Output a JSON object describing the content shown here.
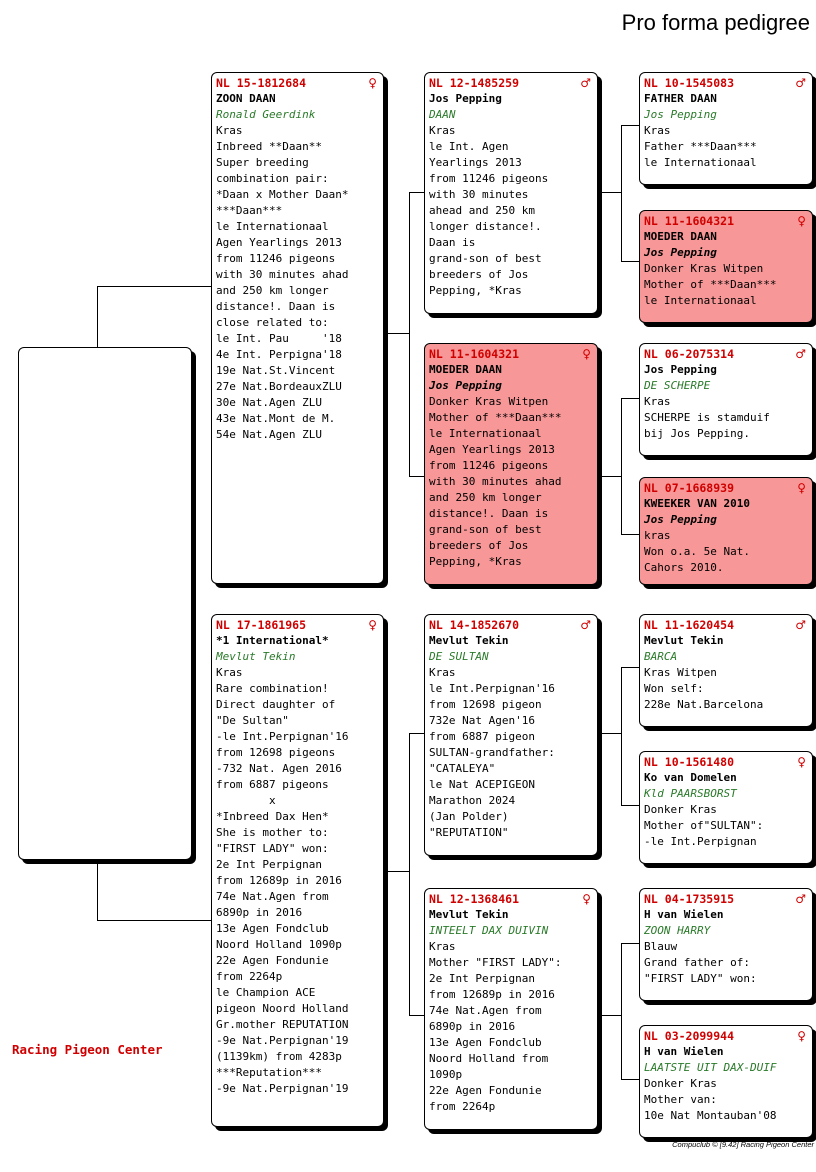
{
  "title": "Pro forma pedigree",
  "brand": "Racing Pigeon Center",
  "footer": "Compuclub © [9.42]  Racing Pigeon Center",
  "symbols": {
    "male": "♂",
    "female": "♀"
  },
  "cards": [
    {
      "id": "sire",
      "ring": "NL  15-1812684",
      "sex": "female",
      "name": "ZOON DAAN",
      "owner": "Ronald Geerdink",
      "lines": [
        "Kras",
        "Inbreed **Daan**",
        "Super breeding",
        "combination pair:",
        "*Daan x Mother Daan*",
        "***Daan***",
        "le Internationaal",
        "Agen Yearlings 2013",
        "from 11246 pigeons",
        "with 30 minutes ahad",
        "and 250 km longer",
        "distance!. Daan is",
        "close related to:",
        "le Int. Pau     '18",
        "4e Int. Perpigna'18",
        "19e Nat.St.Vincent",
        "27e Nat.BordeauxZLU",
        "30e Nat.Agen ZLU",
        "43e Nat.Mont de M.",
        "54e Nat.Agen ZLU"
      ]
    },
    {
      "id": "dam",
      "ring": "NL  17-1861965",
      "sex": "female",
      "name": "*1 International*",
      "owner": "Mevlut Tekin",
      "lines": [
        "Kras",
        "Rare combination!",
        "Direct daughter of",
        "\"De Sultan\"",
        "-le Int.Perpignan'16",
        "from 12698 pigeons",
        "-732 Nat. Agen 2016",
        "from 6887 pigeons",
        "        x",
        "*Inbreed Dax Hen*",
        "She is mother to:",
        "\"FIRST LADY\" won:",
        "2e Int Perpignan",
        "from 12689p in 2016",
        "74e Nat.Agen from",
        "6890p in 2016",
        "13e Agen Fondclub",
        "Noord Holland 1090p",
        "22e Agen Fondunie",
        "from 2264p",
        "le Champion ACE",
        "pigeon Noord Holland",
        "Gr.mother REPUTATION",
        "-9e Nat.Perpignan'19",
        "(1139km) from 4283p",
        "***Reputation***",
        "-9e Nat.Perpignan'19"
      ]
    },
    {
      "id": "ss",
      "ring": "NL  12-1485259",
      "sex": "male",
      "name": "Jos Pepping",
      "owner": "DAAN",
      "lines": [
        "Kras",
        "le Int. Agen",
        "Yearlings 2013",
        "from 11246 pigeons",
        "with 30 minutes",
        "ahead and 250 km",
        "longer distance!.",
        "Daan is",
        "grand-son of best",
        "breeders of Jos",
        "Pepping, *Kras"
      ]
    },
    {
      "id": "sd",
      "ring": "NL  11-1604321",
      "sex": "female",
      "name": "MOEDER DAAN",
      "owner": "Jos Pepping",
      "lines": [
        "Donker Kras Witpen",
        "Mother of ***Daan***",
        "le Internationaal",
        "Agen Yearlings 2013",
        "from 11246 pigeons",
        "with 30 minutes ahad",
        "and 250 km longer",
        "distance!. Daan is",
        "grand-son of best",
        "breeders of Jos",
        "Pepping, *Kras"
      ]
    },
    {
      "id": "ds",
      "ring": "NL  14-1852670",
      "sex": "male",
      "name": "Mevlut Tekin",
      "owner": "DE SULTAN",
      "lines": [
        "Kras",
        "le Int.Perpignan'16",
        "from 12698 pigeon",
        "732e Nat Agen'16",
        "from 6887 pigeon",
        "SULTAN-grandfather:",
        "\"CATALEYA\"",
        "le Nat ACEPIGEON",
        "Marathon 2024",
        "(Jan Polder)",
        "\"REPUTATION\""
      ]
    },
    {
      "id": "dd",
      "ring": "NL  12-1368461",
      "sex": "female",
      "name": "Mevlut Tekin",
      "owner": "INTEELT DAX DUIVIN",
      "lines": [
        "Kras",
        "Mother \"FIRST LADY\":",
        "2e Int Perpignan",
        "from 12689p in 2016",
        "74e Nat.Agen from",
        "6890p in 2016",
        "13e Agen Fondclub",
        "Noord Holland from",
        "1090p",
        "22e Agen Fondunie",
        "from 2264p"
      ]
    },
    {
      "id": "sss",
      "ring": "NL  10-1545083",
      "sex": "male",
      "name": "FATHER DAAN",
      "owner": "Jos Pepping",
      "lines": [
        "Kras",
        "Father ***Daan***",
        "le Internationaal"
      ]
    },
    {
      "id": "ssd",
      "ring": "NL  11-1604321",
      "sex": "female",
      "name": "MOEDER DAAN",
      "owner": "Jos Pepping",
      "lines": [
        "Donker Kras Witpen",
        "Mother of ***Daan***",
        "le Internationaal"
      ]
    },
    {
      "id": "sds",
      "ring": "NL  06-2075314",
      "sex": "male",
      "name": "Jos Pepping",
      "owner": "DE SCHERPE",
      "lines": [
        "Kras",
        "SCHERPE is stamduif",
        "bij Jos Pepping."
      ]
    },
    {
      "id": "sdd",
      "ring": "NL  07-1668939",
      "sex": "female",
      "name": "KWEEKER VAN 2010",
      "owner": "Jos Pepping",
      "lines": [
        "kras",
        "Won o.a. 5e Nat.",
        "Cahors 2010."
      ]
    },
    {
      "id": "dss",
      "ring": "NL  11-1620454",
      "sex": "male",
      "name": "Mevlut Tekin",
      "owner": "BARCA",
      "lines": [
        "Kras Witpen",
        "Won self:",
        "228e Nat.Barcelona"
      ]
    },
    {
      "id": "dsd",
      "ring": "NL  10-1561480",
      "sex": "female",
      "name": "Ko van Domelen",
      "owner": "Kld PAARSBORST",
      "lines": [
        "Donker Kras",
        "Mother of\"SULTAN\":",
        "-le Int.Perpignan"
      ]
    },
    {
      "id": "dds",
      "ring": "NL  04-1735915",
      "sex": "male",
      "name": "H van Wielen",
      "owner": "ZOON HARRY",
      "lines": [
        "Blauw",
        "Grand father of:",
        "\"FIRST LADY\" won:"
      ]
    },
    {
      "id": "ddd",
      "ring": "NL  03-2099944",
      "sex": "female",
      "name": "H van Wielen",
      "owner": "LAATSTE UIT DAX-DUIF",
      "lines": [
        "Donker Kras",
        "Mother van:",
        "10e Nat Montauban'08"
      ]
    }
  ]
}
